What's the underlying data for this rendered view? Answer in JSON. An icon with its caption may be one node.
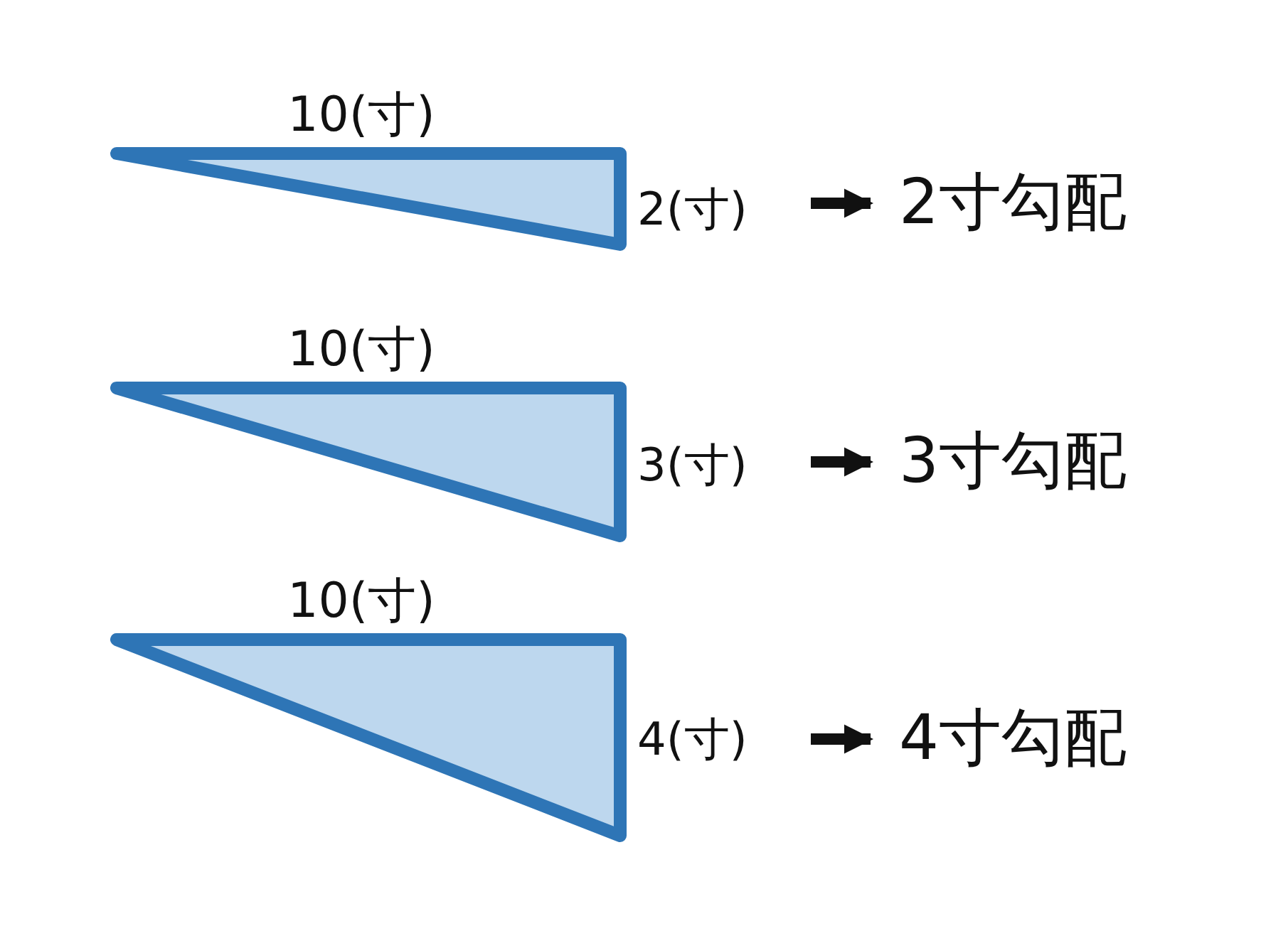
{
  "diagram": {
    "nodes": [
      {
        "text": [],
        "shape": "triangle",
        "beside": [
          "10(寸)"
        ]
      },
      {
        "text": [
          "2(寸)"
        ]
      },
      {
        "text": [
          "2寸勾配"
        ]
      },
      {
        "text": [],
        "shape": "triangle",
        "beside": [
          "10(寸)"
        ]
      },
      {
        "text": [
          "3(寸)"
        ]
      },
      {
        "text": [
          "3寸勾配"
        ]
      },
      {
        "text": [],
        "shape": "triangle",
        "beside": [
          "10(寸)"
        ]
      },
      {
        "text": [
          "4(寸)"
        ]
      },
      {
        "text": [
          "4寸勾配"
        ]
      }
    ],
    "edges": [
      {
        "from": 1,
        "to": 2,
        "arrow": "to"
      },
      {
        "from": 4,
        "to": 5,
        "arrow": "to"
      },
      {
        "from": 7,
        "to": 8,
        "arrow": "to"
      }
    ]
  }
}
